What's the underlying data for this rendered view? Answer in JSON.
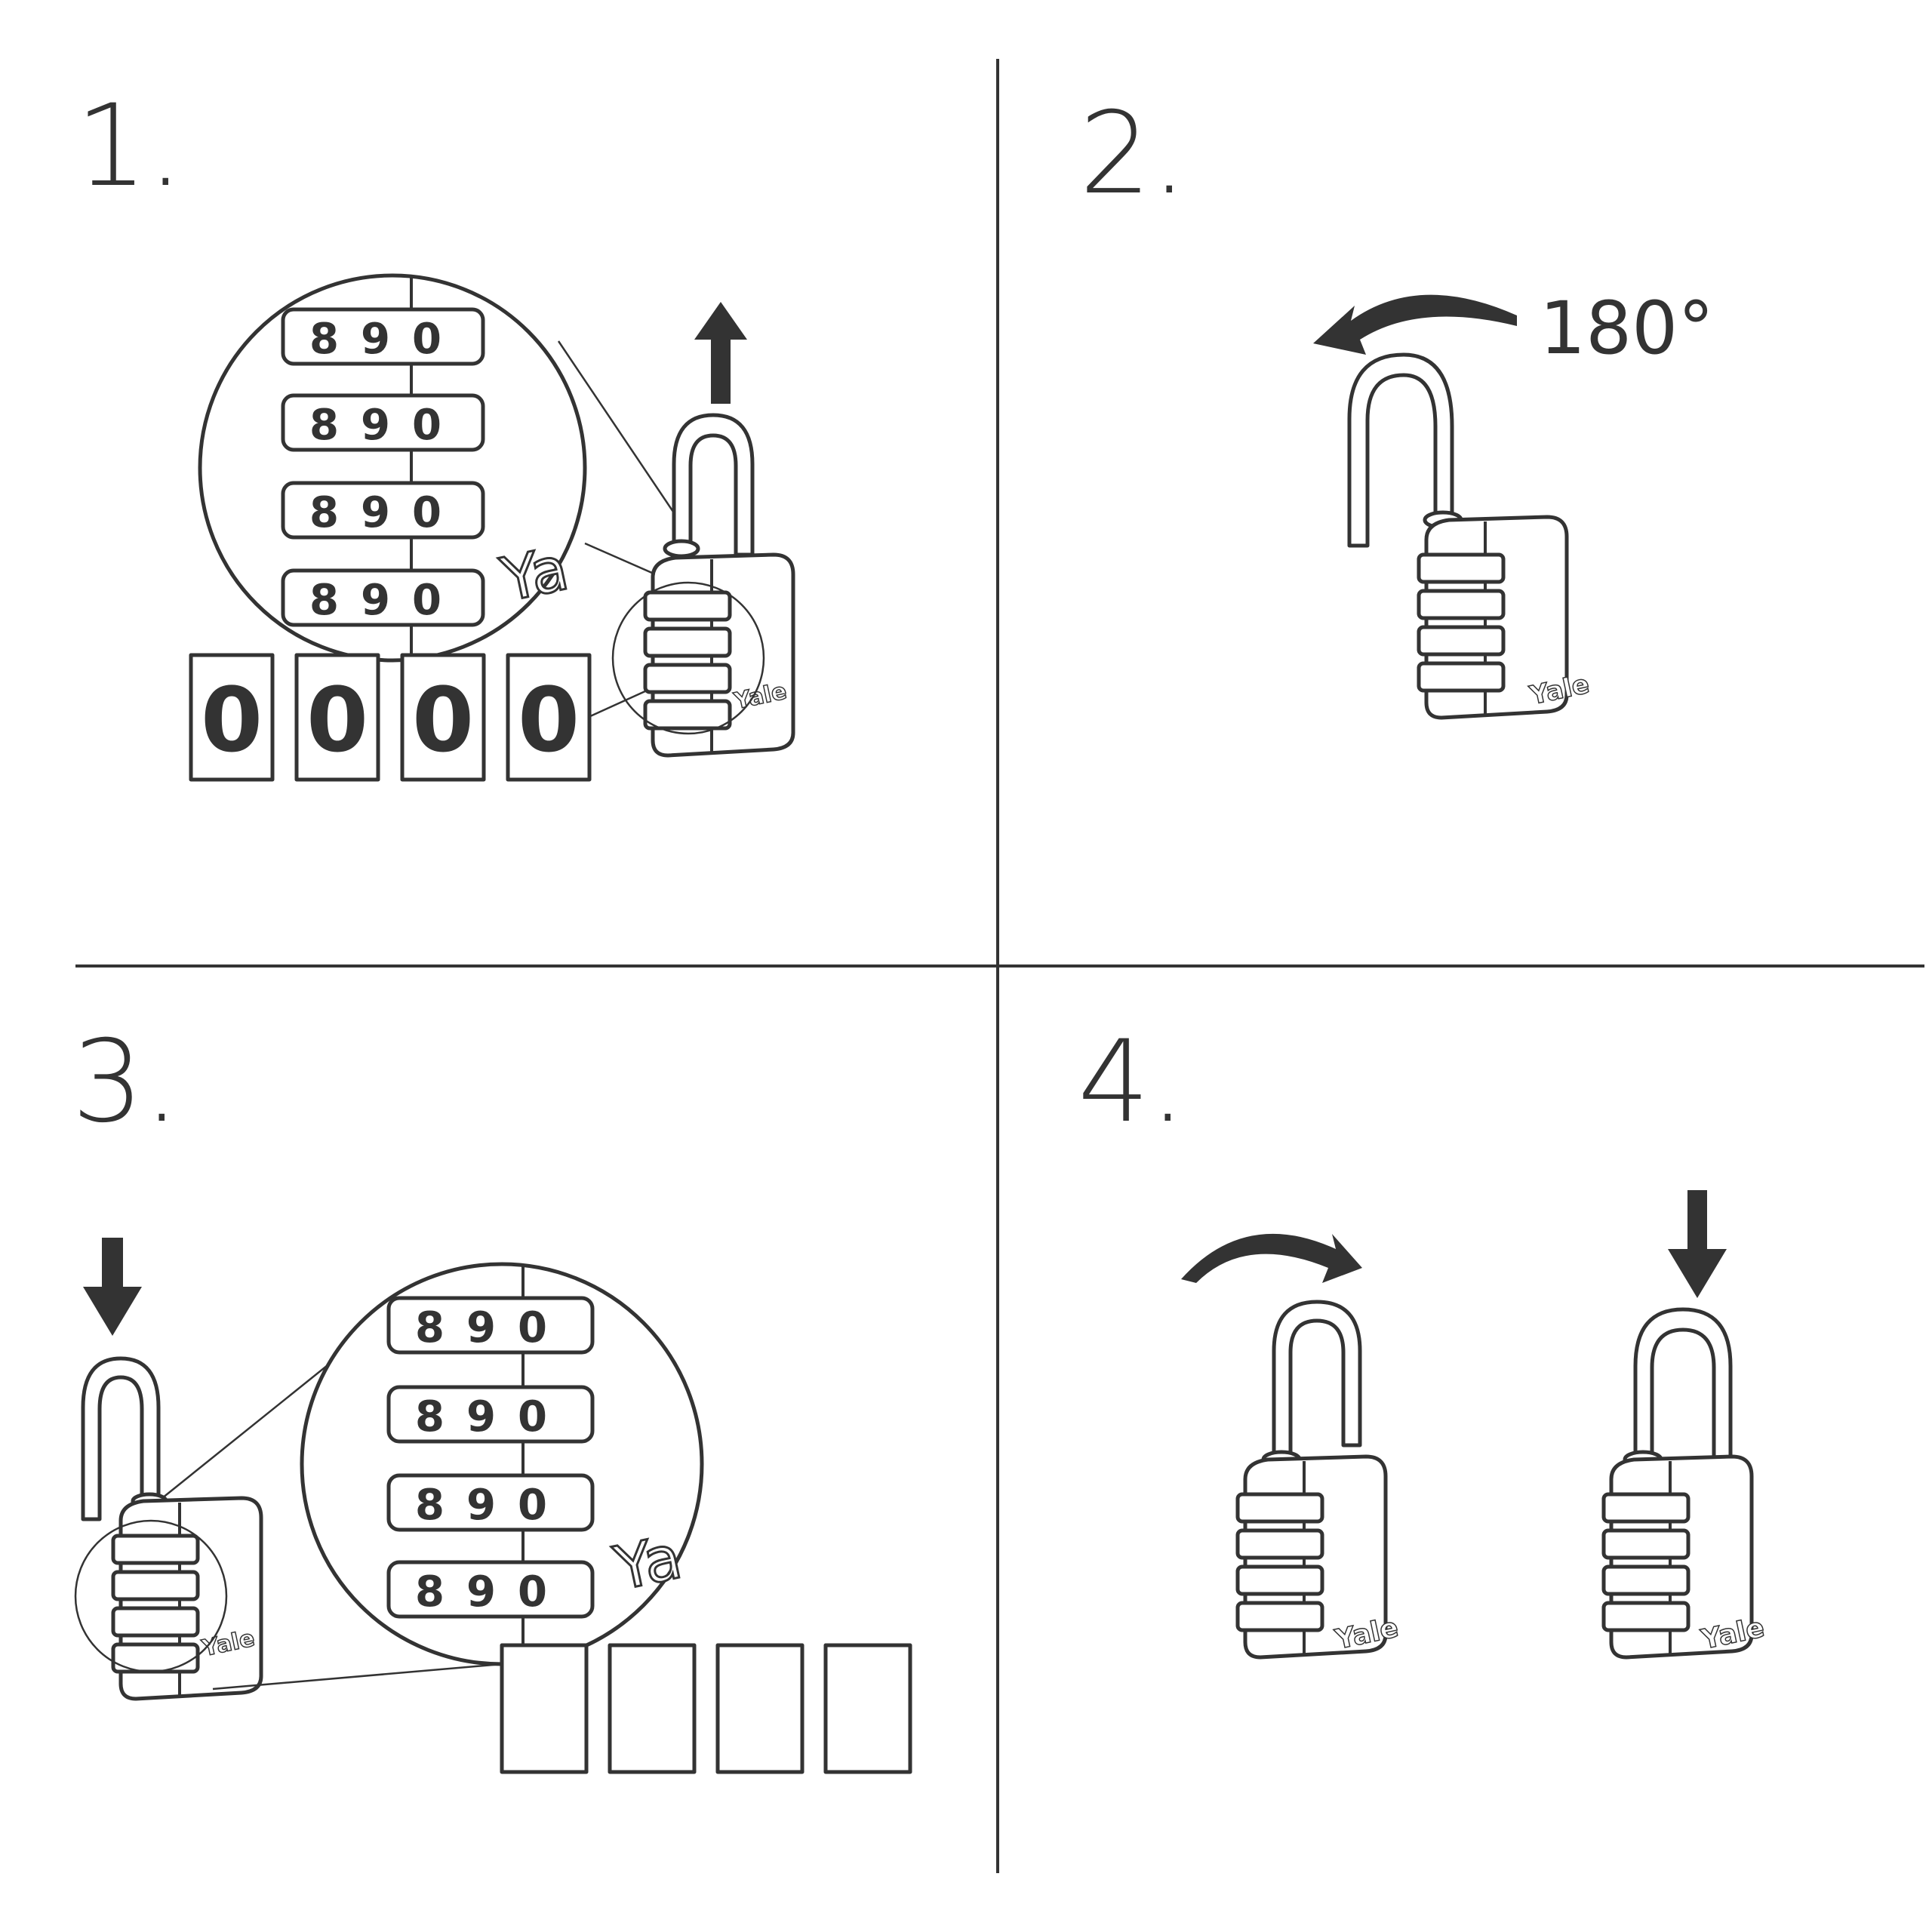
{
  "steps": [
    {
      "number": "1."
    },
    {
      "number": "2.",
      "rotation_label": "180°"
    },
    {
      "number": "3."
    },
    {
      "number": "4."
    }
  ],
  "step1": {
    "code_digits": [
      "0",
      "0",
      "0",
      "0"
    ]
  },
  "step3": {
    "code_digits": [
      "",
      "",
      "",
      ""
    ]
  },
  "dial_digits": [
    "8",
    "9",
    "0"
  ],
  "brand": "Yale",
  "brand_partial": "Ya",
  "icons": [
    "arrow-up-icon",
    "arrow-down-icon",
    "rotate-counterclockwise-icon",
    "rotate-clockwise-icon",
    "padlock-icon",
    "magnifier-circle-icon"
  ],
  "colors": {
    "ink": "#333333",
    "background": "#ffffff"
  }
}
